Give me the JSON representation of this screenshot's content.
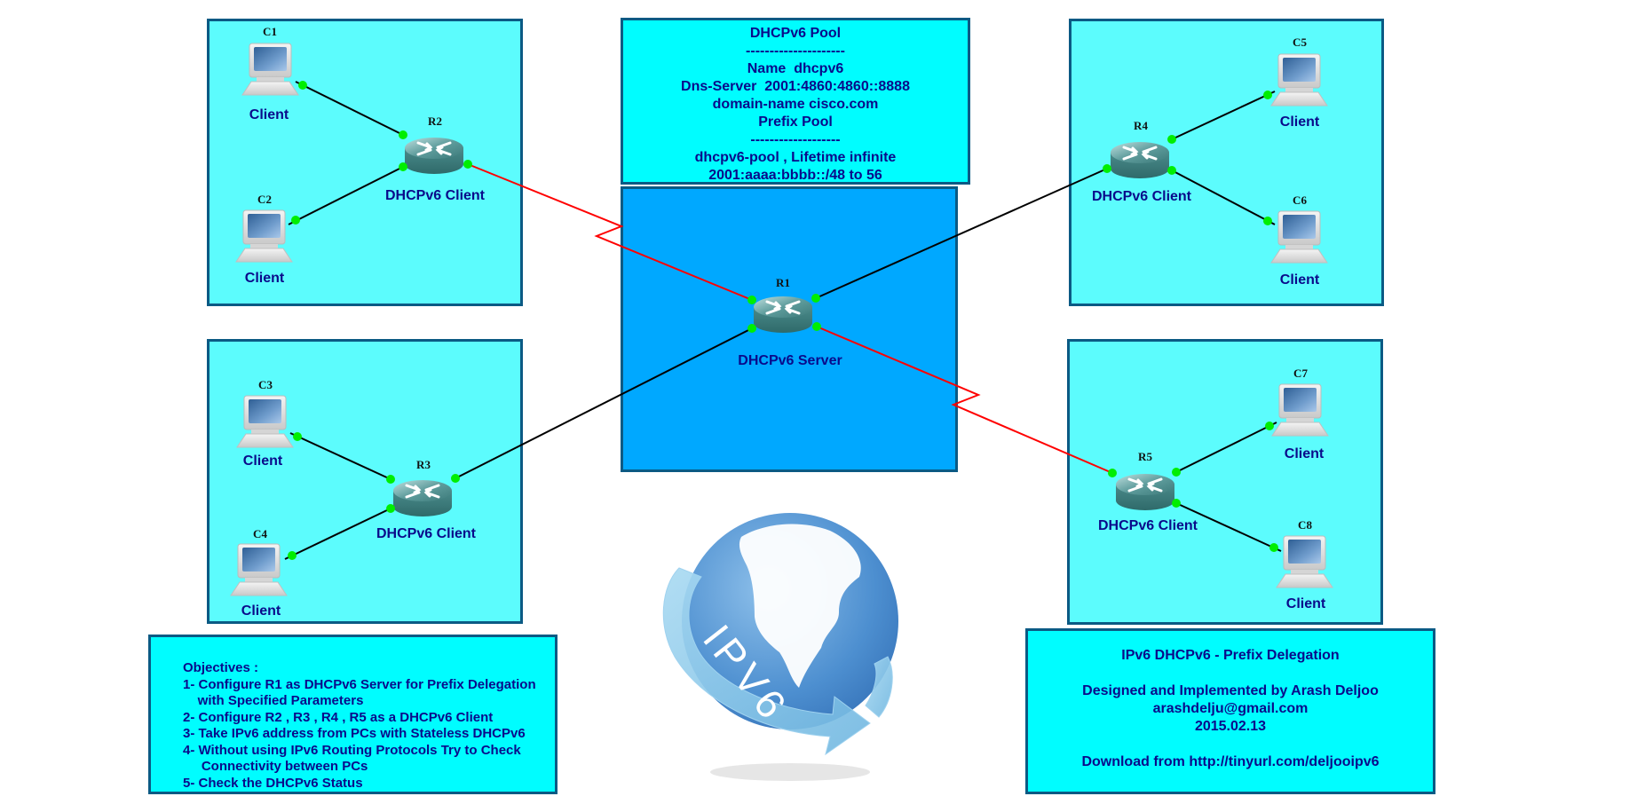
{
  "pool": {
    "title": "DHCPv6 Pool",
    "separator1": "---------------------",
    "name": "Name  dhcpv6",
    "dns": "Dns-Server  2001:4860:4860::8888",
    "domain": "domain-name cisco.com",
    "prefix_title": "Prefix Pool",
    "separator2": "-------------------",
    "prefix_pool": "dhcpv6-pool , Lifetime infinite",
    "prefix_range": "2001:aaaa:bbbb::/48 to 56"
  },
  "server": {
    "id": "R1",
    "role": "DHCPv6 Server"
  },
  "routers": [
    {
      "id": "R2",
      "role": "DHCPv6 Client"
    },
    {
      "id": "R3",
      "role": "DHCPv6 Client"
    },
    {
      "id": "R4",
      "role": "DHCPv6 Client"
    },
    {
      "id": "R5",
      "role": "DHCPv6 Client"
    }
  ],
  "pcs": [
    {
      "id": "C1",
      "role": "Client"
    },
    {
      "id": "C2",
      "role": "Client"
    },
    {
      "id": "C3",
      "role": "Client"
    },
    {
      "id": "C4",
      "role": "Client"
    },
    {
      "id": "C5",
      "role": "Client"
    },
    {
      "id": "C6",
      "role": "Client"
    },
    {
      "id": "C7",
      "role": "Client"
    },
    {
      "id": "C8",
      "role": "Client"
    }
  ],
  "links": [
    {
      "from": "R1",
      "to": "R2",
      "type": "serial"
    },
    {
      "from": "R1",
      "to": "R3",
      "type": "ethernet"
    },
    {
      "from": "R1",
      "to": "R4",
      "type": "ethernet"
    },
    {
      "from": "R1",
      "to": "R5",
      "type": "serial"
    },
    {
      "from": "R2",
      "to": "C1",
      "type": "ethernet"
    },
    {
      "from": "R2",
      "to": "C2",
      "type": "ethernet"
    },
    {
      "from": "R3",
      "to": "C3",
      "type": "ethernet"
    },
    {
      "from": "R3",
      "to": "C4",
      "type": "ethernet"
    },
    {
      "from": "R4",
      "to": "C5",
      "type": "ethernet"
    },
    {
      "from": "R4",
      "to": "C6",
      "type": "ethernet"
    },
    {
      "from": "R5",
      "to": "C7",
      "type": "ethernet"
    },
    {
      "from": "R5",
      "to": "C8",
      "type": "ethernet"
    }
  ],
  "colors": {
    "serial_link": "#ff0000",
    "ethernet_link": "#000000",
    "port_up": "#00ee00",
    "zone": "#5cfcfd",
    "server_zone": "#00a8ff",
    "text": "#0a0a8a"
  },
  "globe": {
    "label": "IPV6"
  },
  "objectives": {
    "title": "Objectives :",
    "items": [
      "1- Configure R1 as DHCPv6 Server for Prefix Delegation",
      "    with Specified Parameters",
      "2- Configure R2 , R3 , R4 , R5 as a DHCPv6 Client",
      "3- Take IPv6 address from PCs with Stateless DHCPv6",
      "4- Without using IPv6 Routing Protocols Try to Check",
      "     Connectivity between PCs",
      "5- Check the DHCPv6 Status"
    ]
  },
  "credits": {
    "title": "IPv6 DHCPv6 - Prefix Delegation",
    "author": "Designed and Implemented by Arash Deljoo",
    "email": "arashdelju@gmail.com",
    "date": "2015.02.13",
    "download": "Download from http://tinyurl.com/deljooipv6"
  }
}
